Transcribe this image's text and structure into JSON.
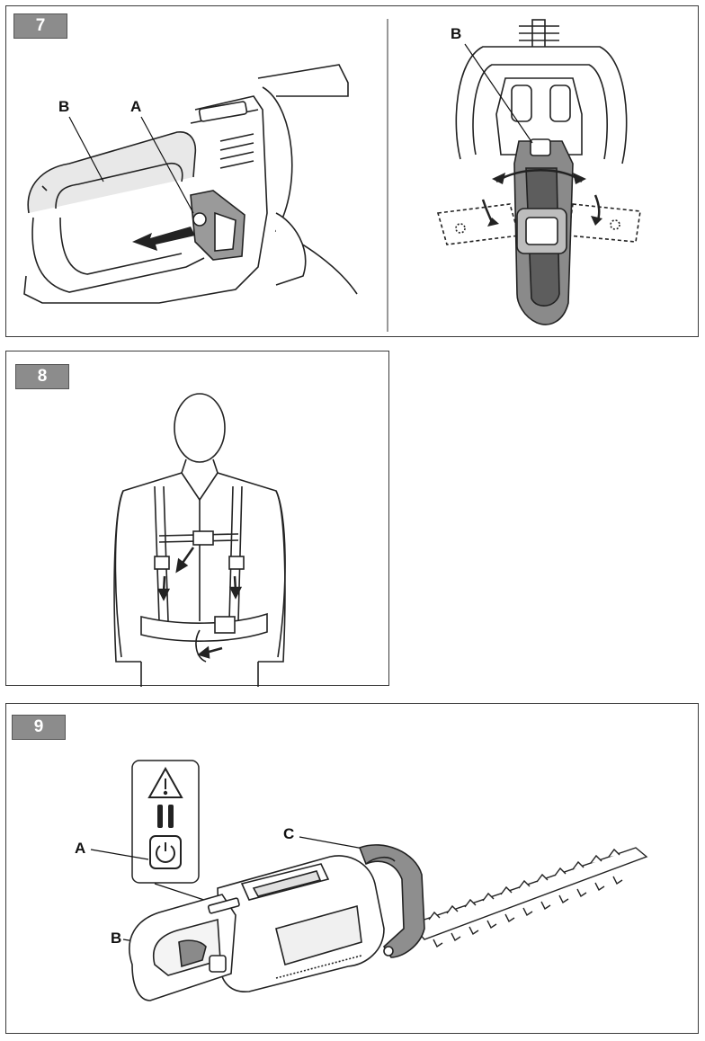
{
  "figures": [
    {
      "number": "7",
      "labels": {
        "a": "A",
        "b": "B",
        "b2": "B"
      }
    },
    {
      "number": "8"
    },
    {
      "number": "9",
      "labels": {
        "a": "A",
        "b": "B",
        "c": "C"
      },
      "icons": [
        "warning-triangle-icon",
        "pause-icon",
        "power-icon"
      ]
    }
  ]
}
